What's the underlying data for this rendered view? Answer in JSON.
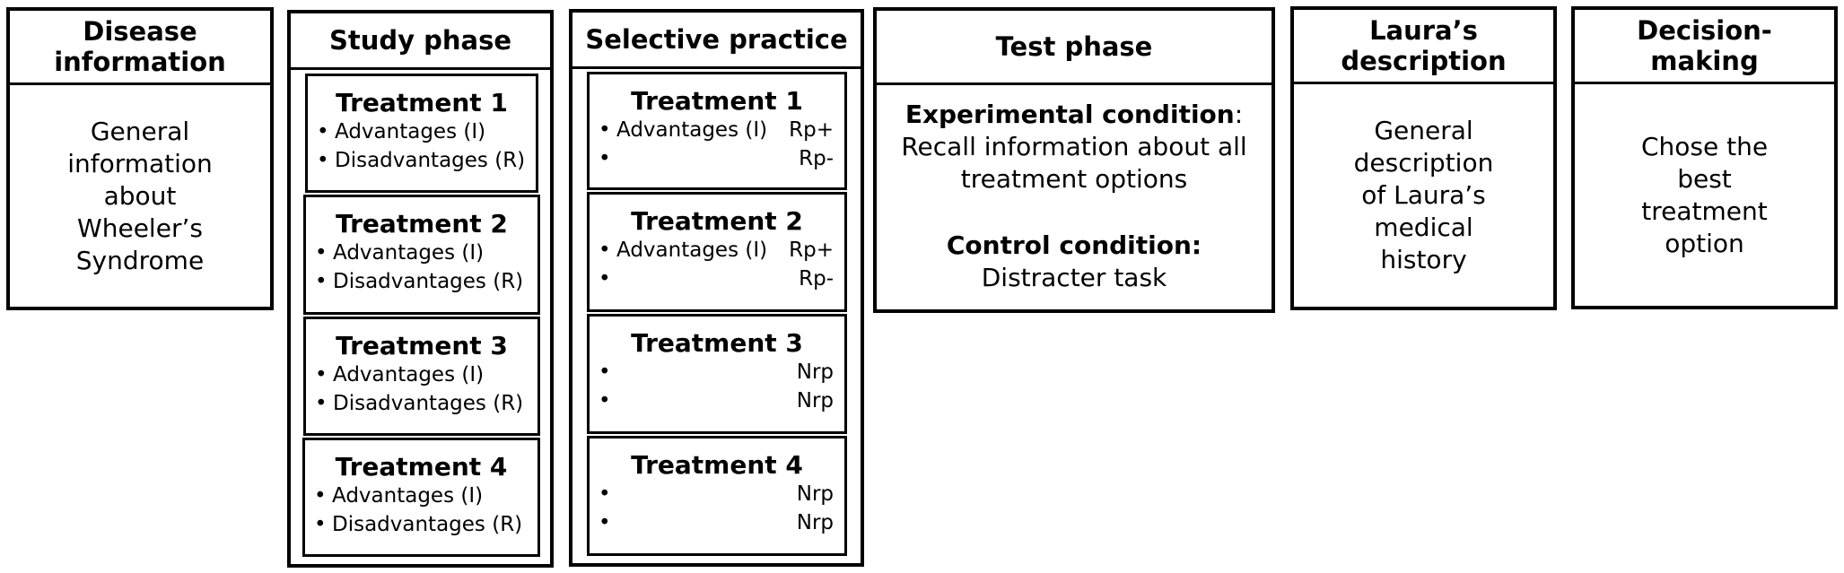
{
  "disease": {
    "title_l1": "Disease",
    "title_l2": "information",
    "body": "General\ninformation\nabout\nWheeler’s\nSyndrome"
  },
  "study": {
    "title": "Study phase",
    "treatments": [
      {
        "name": "Treatment 1",
        "a_bullet": "•",
        "a_text": "Advantages (I)",
        "d_bullet": "•",
        "d_text": "Disadvantages (R)"
      },
      {
        "name": "Treatment 2",
        "a_bullet": "•",
        "a_text": "Advantages (I)",
        "d_bullet": "•",
        "d_text": "Disadvantages (R)"
      },
      {
        "name": "Treatment 3",
        "a_bullet": "•",
        "a_text": "Advantages (I)",
        "d_bullet": "•",
        "d_text": "Disadvantages (R)"
      },
      {
        "name": "Treatment 4",
        "a_bullet": "•",
        "a_text": "Advantages (I)",
        "d_bullet": "•",
        "d_text": "Disadvantages (R)"
      }
    ]
  },
  "practice": {
    "title": "Selective practice",
    "treatments": [
      {
        "name": "Treatment 1",
        "r1_bullet": "•",
        "r1_text": "Advantages (I)",
        "r1_tag": "Rp+",
        "r2_bullet": "•",
        "r2_tag": "Rp-"
      },
      {
        "name": "Treatment 2",
        "r1_bullet": "•",
        "r1_text": "Advantages (I)",
        "r1_tag": "Rp+",
        "r2_bullet": "•",
        "r2_tag": "Rp-"
      },
      {
        "name": "Treatment 3",
        "r1_bullet": "•",
        "r1_text": "",
        "r1_tag": "Nrp",
        "r2_bullet": "•",
        "r2_tag": "Nrp"
      },
      {
        "name": "Treatment 4",
        "r1_bullet": "•",
        "r1_text": "",
        "r1_tag": "Nrp",
        "r2_bullet": "•",
        "r2_tag": "Nrp"
      }
    ]
  },
  "test": {
    "title": "Test phase",
    "exp_label": "Experimental condition",
    "exp_colon": ":",
    "exp_text": "Recall information about all\ntreatment options",
    "ctrl_label": "Control condition:",
    "ctrl_text": "Distracter task"
  },
  "laura": {
    "title_l1": "Laura’s",
    "title_l2": "description",
    "body": "General\ndescription\nof Laura’s\nmedical\nhistory"
  },
  "decision": {
    "title_l1": "Decision-",
    "title_l2": "making",
    "body": "Chose the\nbest\ntreatment\noption"
  }
}
